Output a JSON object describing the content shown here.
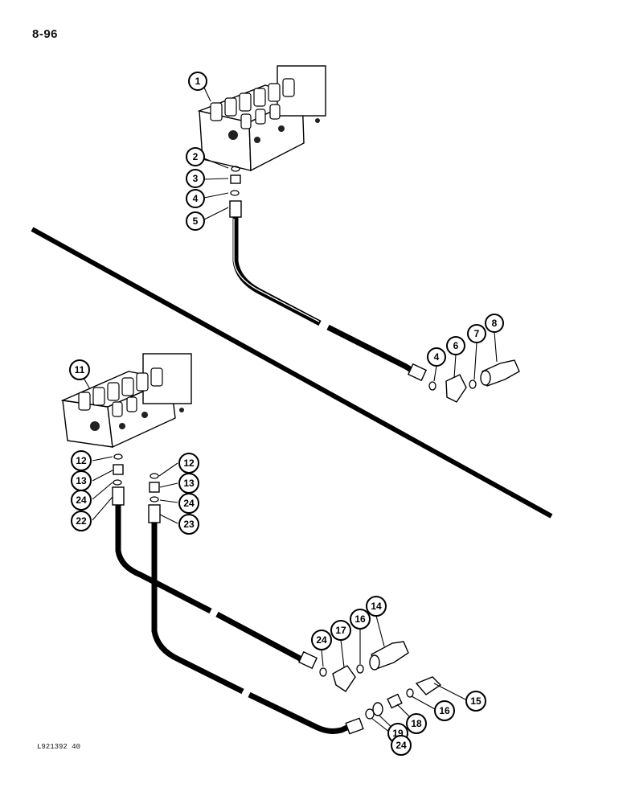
{
  "page_number": "8-96",
  "figure_code": "L921392 40",
  "callouts": [
    {
      "id": "c1",
      "label": "1"
    },
    {
      "id": "c2",
      "label": "2"
    },
    {
      "id": "c3",
      "label": "3"
    },
    {
      "id": "c4a",
      "label": "4"
    },
    {
      "id": "c5",
      "label": "5"
    },
    {
      "id": "c4b",
      "label": "4"
    },
    {
      "id": "c6",
      "label": "6"
    },
    {
      "id": "c7",
      "label": "7"
    },
    {
      "id": "c8",
      "label": "8"
    },
    {
      "id": "c11",
      "label": "11"
    },
    {
      "id": "c12a",
      "label": "12"
    },
    {
      "id": "c13a",
      "label": "13"
    },
    {
      "id": "c24a",
      "label": "24"
    },
    {
      "id": "c22",
      "label": "22"
    },
    {
      "id": "c12b",
      "label": "12"
    },
    {
      "id": "c13b",
      "label": "13"
    },
    {
      "id": "c24b",
      "label": "24"
    },
    {
      "id": "c23",
      "label": "23"
    },
    {
      "id": "c24c",
      "label": "24"
    },
    {
      "id": "c17",
      "label": "17"
    },
    {
      "id": "c16a",
      "label": "16"
    },
    {
      "id": "c14",
      "label": "14"
    },
    {
      "id": "c15",
      "label": "15"
    },
    {
      "id": "c16b",
      "label": "16"
    },
    {
      "id": "c18",
      "label": "18"
    },
    {
      "id": "c19",
      "label": "19"
    },
    {
      "id": "c24d",
      "label": "24"
    }
  ]
}
